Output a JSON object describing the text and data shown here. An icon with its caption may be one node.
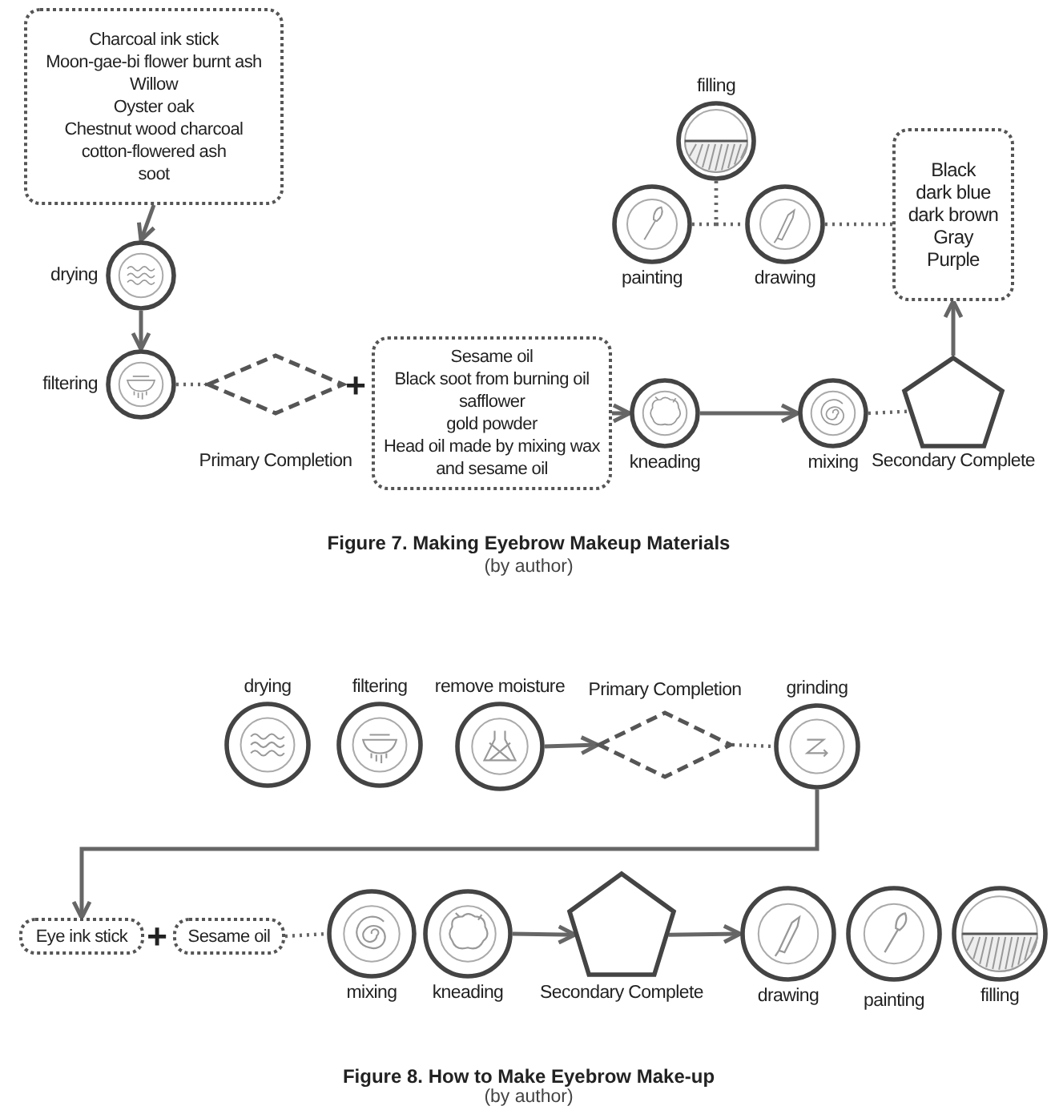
{
  "diagram": {
    "nodes": [
      {
        "text": [
          "Charcoal ink stick",
          "Moon-gae-bi flower burnt ash",
          "Willow",
          "Oyster oak",
          "Chestnut wood charcoal",
          "cotton-flowered ash",
          "soot"
        ]
      },
      {
        "text": [
          "drying"
        ]
      },
      {
        "text": [
          "filtering"
        ]
      },
      {
        "text": [
          "Primary Completion"
        ]
      },
      {
        "text": [
          "Sesame oil",
          "Black soot from burning oil",
          "safflower",
          "gold powder",
          "Head oil made by mixing wax and sesame oil"
        ]
      },
      {
        "text": [
          "kneading"
        ]
      },
      {
        "text": [
          "mixing"
        ]
      },
      {
        "text": [
          "Secondary Complete"
        ]
      },
      {
        "text": [
          "Black",
          "dark blue",
          "dark brown",
          "Gray",
          "Purple"
        ]
      },
      {
        "text": [
          "filling"
        ]
      },
      {
        "text": [
          "painting"
        ]
      },
      {
        "text": [
          "drawing"
        ]
      },
      {
        "text": [
          "drying"
        ]
      },
      {
        "text": [
          "filtering"
        ]
      },
      {
        "text": [
          "remove moisture"
        ]
      },
      {
        "text": [
          "Primary Completion"
        ]
      },
      {
        "text": [
          "grinding"
        ]
      },
      {
        "text": [
          "Eye ink stick"
        ]
      },
      {
        "text": [
          "Sesame oil"
        ]
      },
      {
        "text": [
          "mixing"
        ]
      },
      {
        "text": [
          "kneading"
        ]
      },
      {
        "text": [
          "Secondary Complete"
        ]
      },
      {
        "text": [
          "drawing"
        ]
      },
      {
        "text": [
          "painting"
        ]
      },
      {
        "text": [
          "filling"
        ]
      }
    ],
    "edges": [
      {
        "from": 0,
        "to": 1,
        "arrow": "to"
      },
      {
        "from": 1,
        "to": 2,
        "arrow": "to"
      },
      {
        "from": 2,
        "to": 3,
        "arrow": "none",
        "style": "dashed"
      },
      {
        "from": 4,
        "to": 5,
        "arrow": "to"
      },
      {
        "from": 5,
        "to": 6,
        "arrow": "to"
      },
      {
        "from": 6,
        "to": 7,
        "arrow": "none",
        "style": "dashed"
      },
      {
        "from": 7,
        "to": 8,
        "arrow": "to"
      },
      {
        "from": 9,
        "to": 10,
        "arrow": "none",
        "style": "dashed"
      },
      {
        "from": 9,
        "to": 11,
        "arrow": "none",
        "style": "dashed"
      },
      {
        "from": 11,
        "to": 8,
        "arrow": "none",
        "style": "dashed"
      },
      {
        "from": 14,
        "to": 15,
        "arrow": "to"
      },
      {
        "from": 15,
        "to": 16,
        "arrow": "none",
        "style": "dashed"
      },
      {
        "from": 16,
        "to": 17,
        "arrow": "to"
      },
      {
        "from": 18,
        "to": 19,
        "arrow": "none",
        "style": "dashed"
      },
      {
        "from": 20,
        "to": 21,
        "arrow": "to"
      },
      {
        "from": 21,
        "to": 22,
        "arrow": "to"
      }
    ],
    "labels": [
      "+",
      "Figure 7. Making Eyebrow Makeup Materials",
      "(by author)",
      "+",
      "Figure 8. How to Make Eyebrow Make-up",
      "(by author)"
    ]
  }
}
